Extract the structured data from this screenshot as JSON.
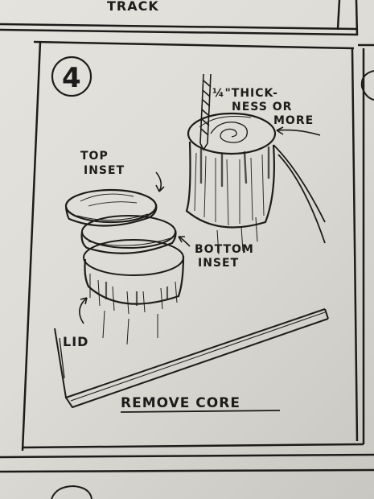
{
  "header": {
    "prev_panel_caption": "TRACK"
  },
  "panel": {
    "step_number": "4",
    "caption": "REMOVE CORE",
    "labels": {
      "thickness_line1": "¼\"THICK-",
      "thickness_line2": "NESS OR",
      "thickness_line3": "MORE",
      "top_inset_line1": "TOP",
      "top_inset_line2": "INSET",
      "bottom_inset_line1": "BOTTOM",
      "bottom_inset_line2": "INSET",
      "lid": "LID"
    }
  },
  "next_panel": {
    "step_number": ""
  },
  "colors": {
    "ink": "#1d1c1a",
    "paper": "#e0dfda",
    "shadow": "#8f8d88"
  }
}
